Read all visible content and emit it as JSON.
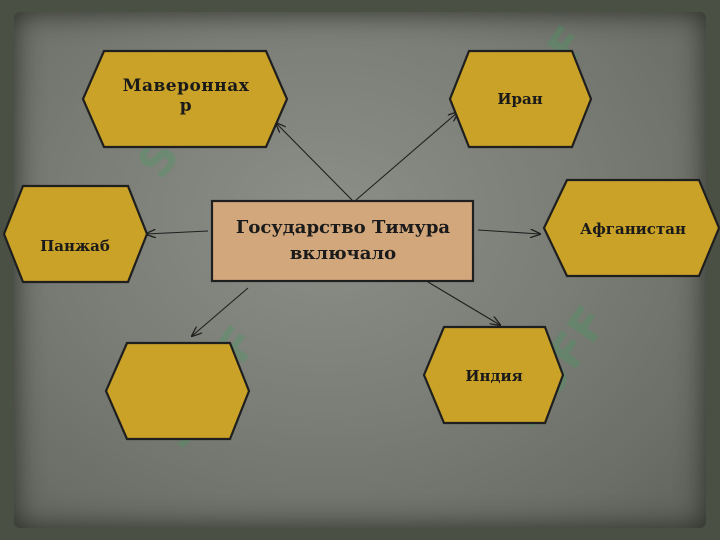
{
  "colors": {
    "hexagon_fill": "#c9a227",
    "center_fill": "#d2a77c",
    "outline": "#1f1f1f",
    "background": "#7c7e78"
  },
  "center": {
    "text": "Государство Тимура включало"
  },
  "nodes": [
    {
      "id": "maverannahr",
      "text": "Мавероннахр"
    },
    {
      "id": "iran",
      "text": "Иран"
    },
    {
      "id": "panjab",
      "text": "Панжаб"
    },
    {
      "id": "afghanistan",
      "text": "Афганистан"
    },
    {
      "id": "empty",
      "text": ""
    },
    {
      "id": "india",
      "text": "Индия"
    }
  ]
}
